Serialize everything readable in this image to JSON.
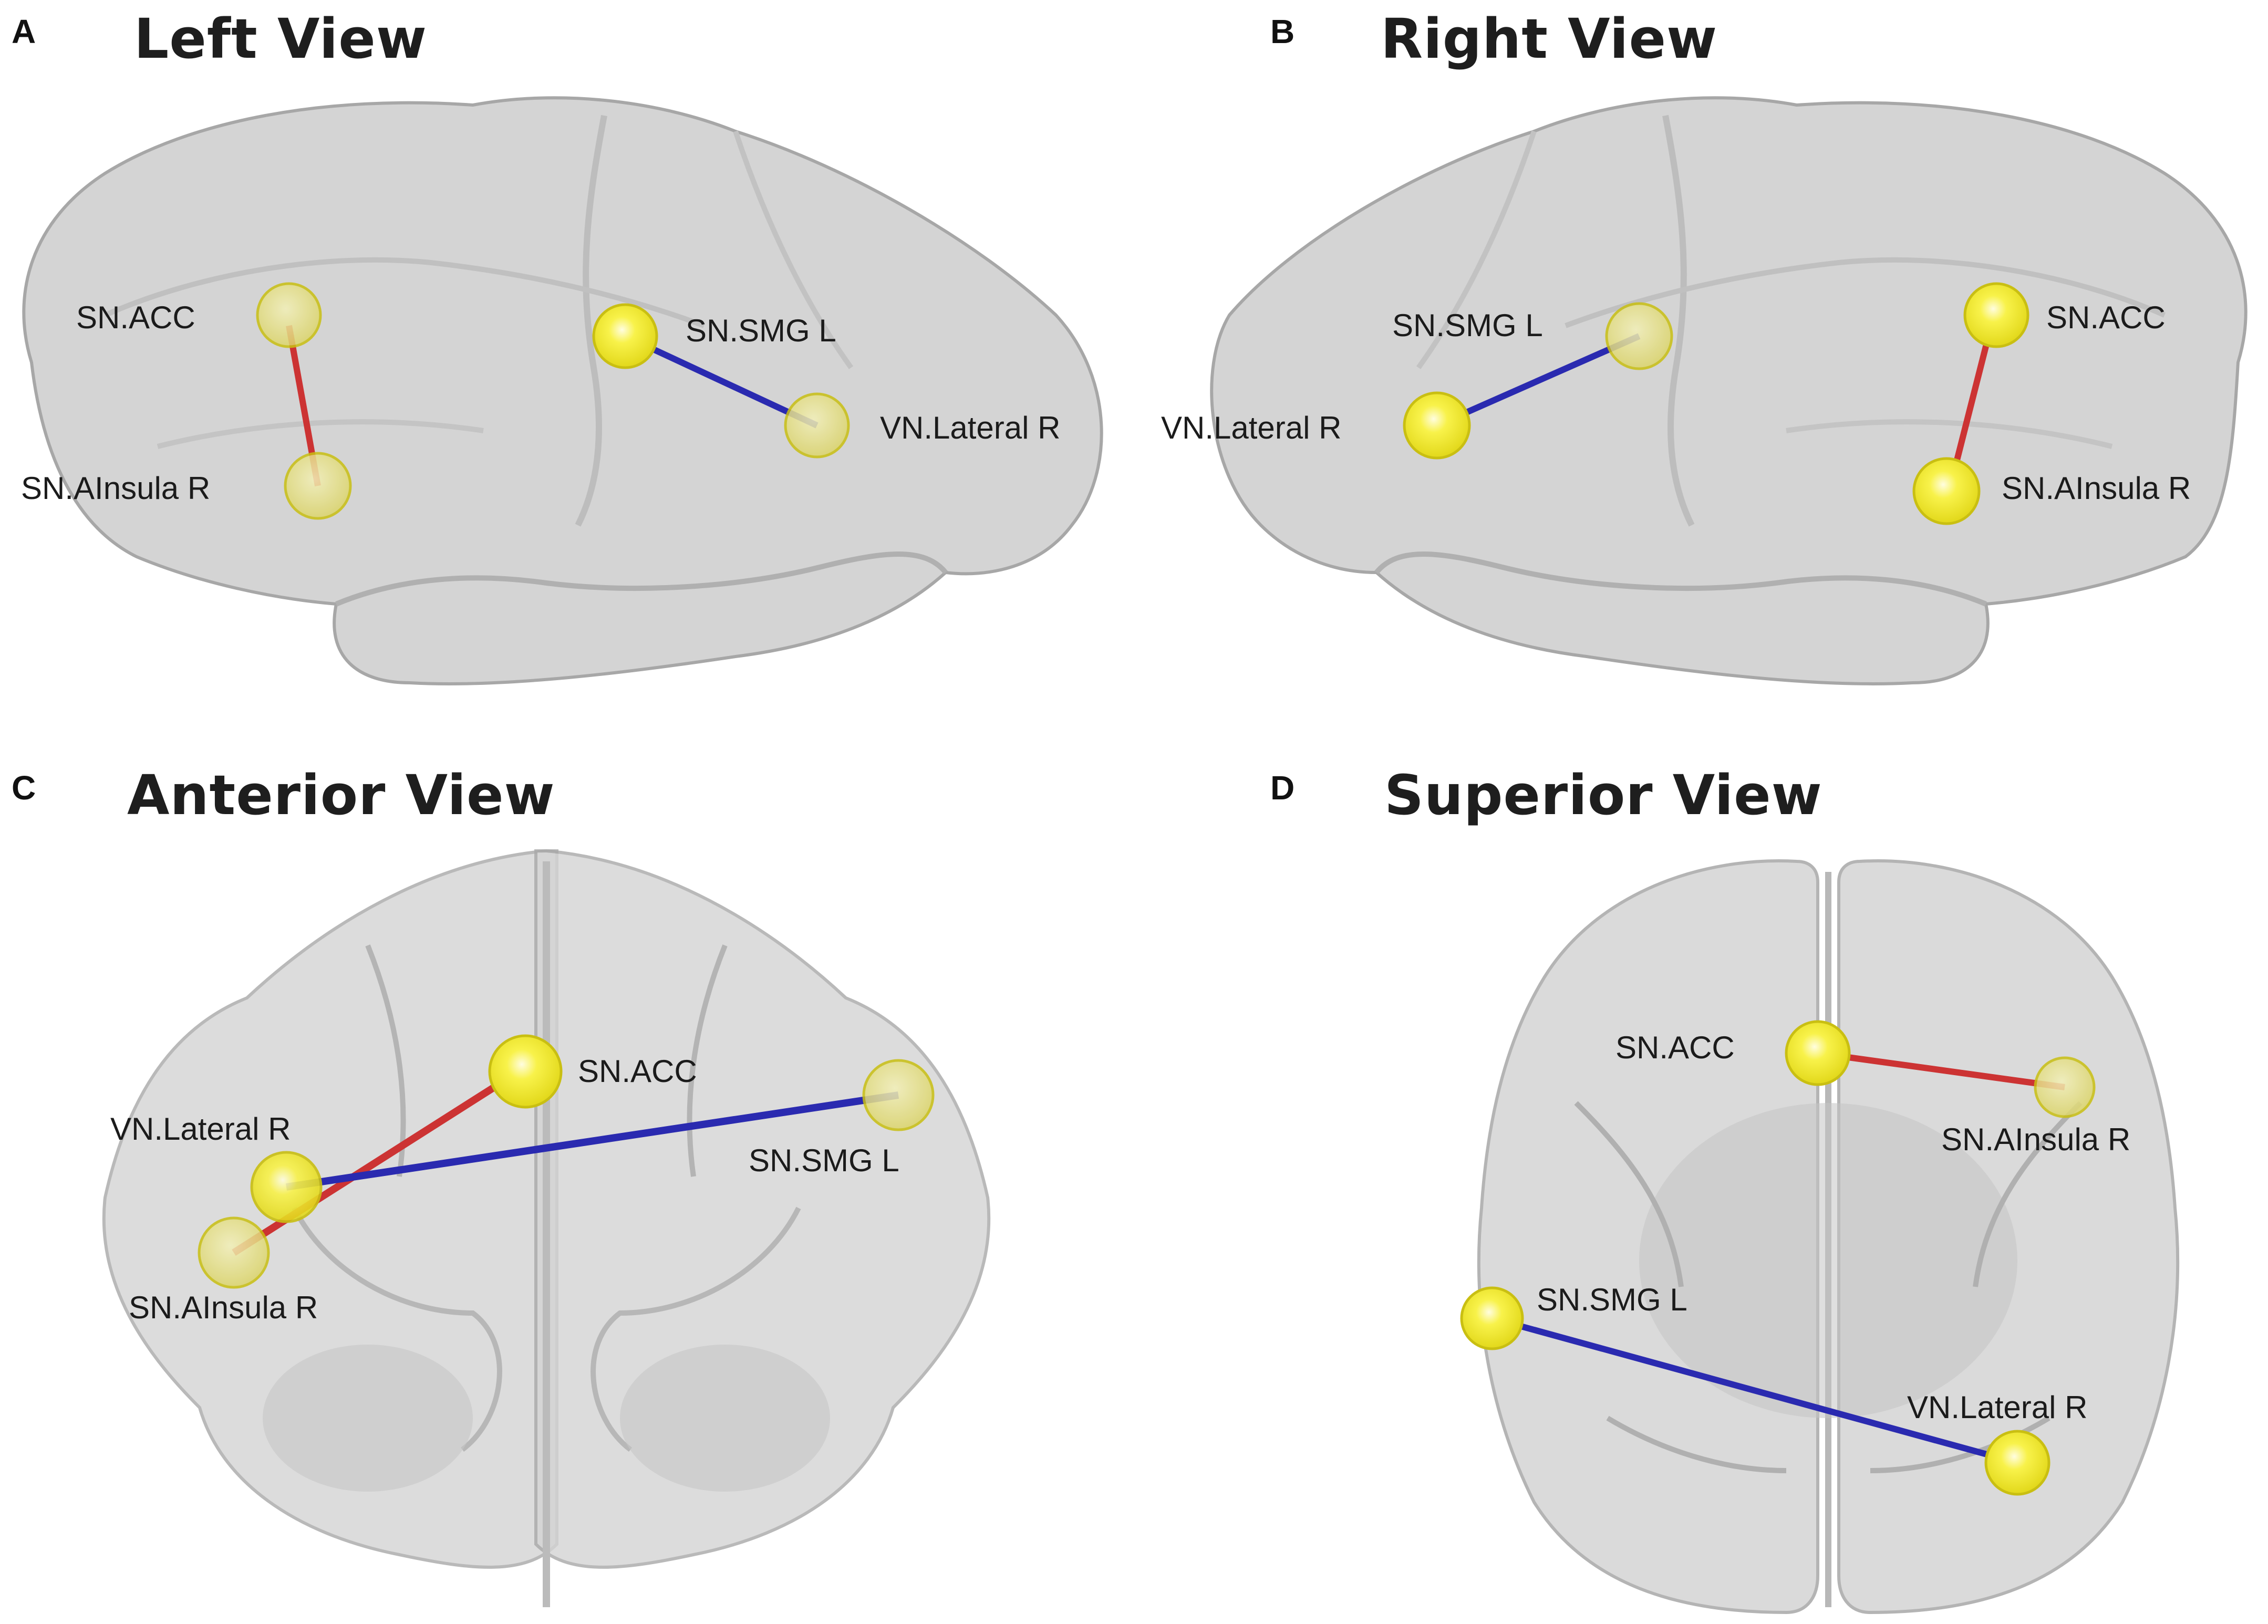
{
  "colors": {
    "node_fill": "#f4ec2a",
    "node_stroke": "#c9bf12",
    "edge_positive": "#cc3333",
    "edge_negative": "#2a2ab0",
    "brain_fill": "#cfcfcf",
    "brain_stroke": "#9a9a9a"
  },
  "panels": [
    {
      "letter": "A",
      "title": "Left View",
      "nodes": [
        {
          "id": "acc",
          "label": "SN.ACC"
        },
        {
          "id": "ains",
          "label": "SN.AInsula R"
        },
        {
          "id": "smg",
          "label": "SN.SMG L"
        },
        {
          "id": "vnl",
          "label": "VN.Lateral R"
        }
      ],
      "edges": [
        {
          "from": "SN.ACC",
          "to": "SN.AInsula R",
          "color": "red"
        },
        {
          "from": "SN.SMG L",
          "to": "VN.Lateral R",
          "color": "blue"
        }
      ]
    },
    {
      "letter": "B",
      "title": "Right View",
      "nodes": [
        {
          "id": "smg",
          "label": "SN.SMG L"
        },
        {
          "id": "vnl",
          "label": "VN.Lateral R"
        },
        {
          "id": "acc",
          "label": "SN.ACC"
        },
        {
          "id": "ains",
          "label": "SN.AInsula R"
        }
      ],
      "edges": [
        {
          "from": "SN.SMG L",
          "to": "VN.Lateral R",
          "color": "blue"
        },
        {
          "from": "SN.ACC",
          "to": "SN.AInsula R",
          "color": "red"
        }
      ]
    },
    {
      "letter": "C",
      "title": "Anterior View",
      "nodes": [
        {
          "id": "acc",
          "label": "SN.ACC"
        },
        {
          "id": "vnl",
          "label": "VN.Lateral R"
        },
        {
          "id": "smg",
          "label": "SN.SMG L"
        },
        {
          "id": "ains",
          "label": "SN.AInsula R"
        }
      ],
      "edges": [
        {
          "from": "SN.ACC",
          "to": "SN.AInsula R",
          "color": "red"
        },
        {
          "from": "VN.Lateral R",
          "to": "SN.SMG L",
          "color": "blue"
        }
      ]
    },
    {
      "letter": "D",
      "title": "Superior View",
      "nodes": [
        {
          "id": "acc",
          "label": "SN.ACC"
        },
        {
          "id": "ains",
          "label": "SN.AInsula R"
        },
        {
          "id": "smg",
          "label": "SN.SMG L"
        },
        {
          "id": "vnl",
          "label": "VN.Lateral R"
        }
      ],
      "edges": [
        {
          "from": "SN.ACC",
          "to": "SN.AInsula R",
          "color": "red"
        },
        {
          "from": "SN.SMG L",
          "to": "VN.Lateral R",
          "color": "blue"
        }
      ]
    }
  ]
}
